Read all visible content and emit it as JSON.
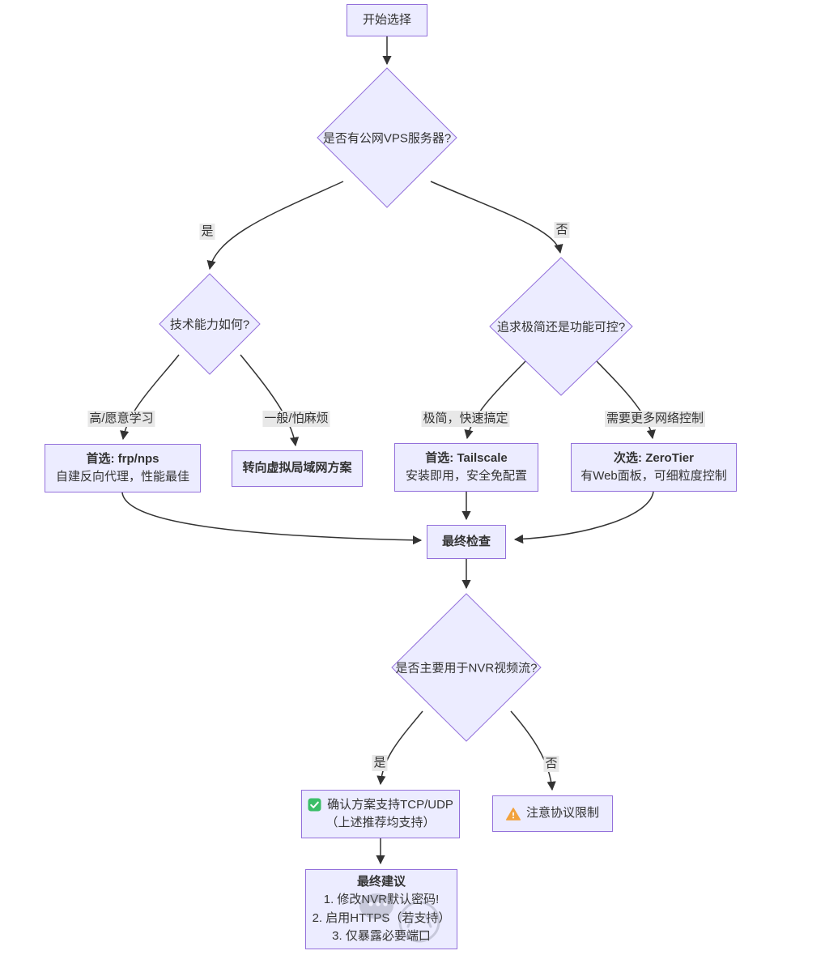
{
  "diagram": {
    "nodes": {
      "start": {
        "label": "开始选择"
      },
      "vps_question": {
        "label": "是否有公网VPS服务器?"
      },
      "skill_question": {
        "label": "技术能力如何?"
      },
      "minimal_question": {
        "label": "追求极简还是功能可控?"
      },
      "frp": {
        "title": "首选: frp/nps",
        "desc": "自建反向代理，性能最佳"
      },
      "vlan": {
        "title": "转向虚拟局域网方案"
      },
      "tailscale": {
        "title": "首选: Tailscale",
        "desc": "安装即用，安全免配置"
      },
      "zerotier": {
        "title": "次选: ZeroTier",
        "desc": "有Web面板，可细粒度控制"
      },
      "final_check": {
        "label": "最终检查"
      },
      "nvr_question": {
        "label": "是否主要用于NVR视频流?"
      },
      "tcp_udp": {
        "icon": "check-icon",
        "title": "确认方案支持TCP/UDP",
        "desc": "（上述推荐均支持）"
      },
      "protocol_warning": {
        "icon": "warning-icon",
        "label": "注意协议限制"
      },
      "advice": {
        "title": "最终建议",
        "item1": "1. 修改NVR默认密码!",
        "item2": "2. 启用HTTPS（若支持）",
        "item3": "3. 仅暴露必要端口"
      }
    },
    "edge_labels": {
      "yes1": "是",
      "no1": "否",
      "high_skill": "高/愿意学习",
      "low_skill": "一般/怕麻烦",
      "minimal": "极简，快速搞定",
      "control": "需要更多网络控制",
      "yes2": "是",
      "no2": "否"
    },
    "colors": {
      "node_fill": "#ECECFF",
      "node_border": "#9370DB",
      "edge": "#333333",
      "text": "#333333",
      "label_bg": "#E8E8E8",
      "check_green": "#3BBE68",
      "warning_orange": "#F2A23D"
    }
  }
}
